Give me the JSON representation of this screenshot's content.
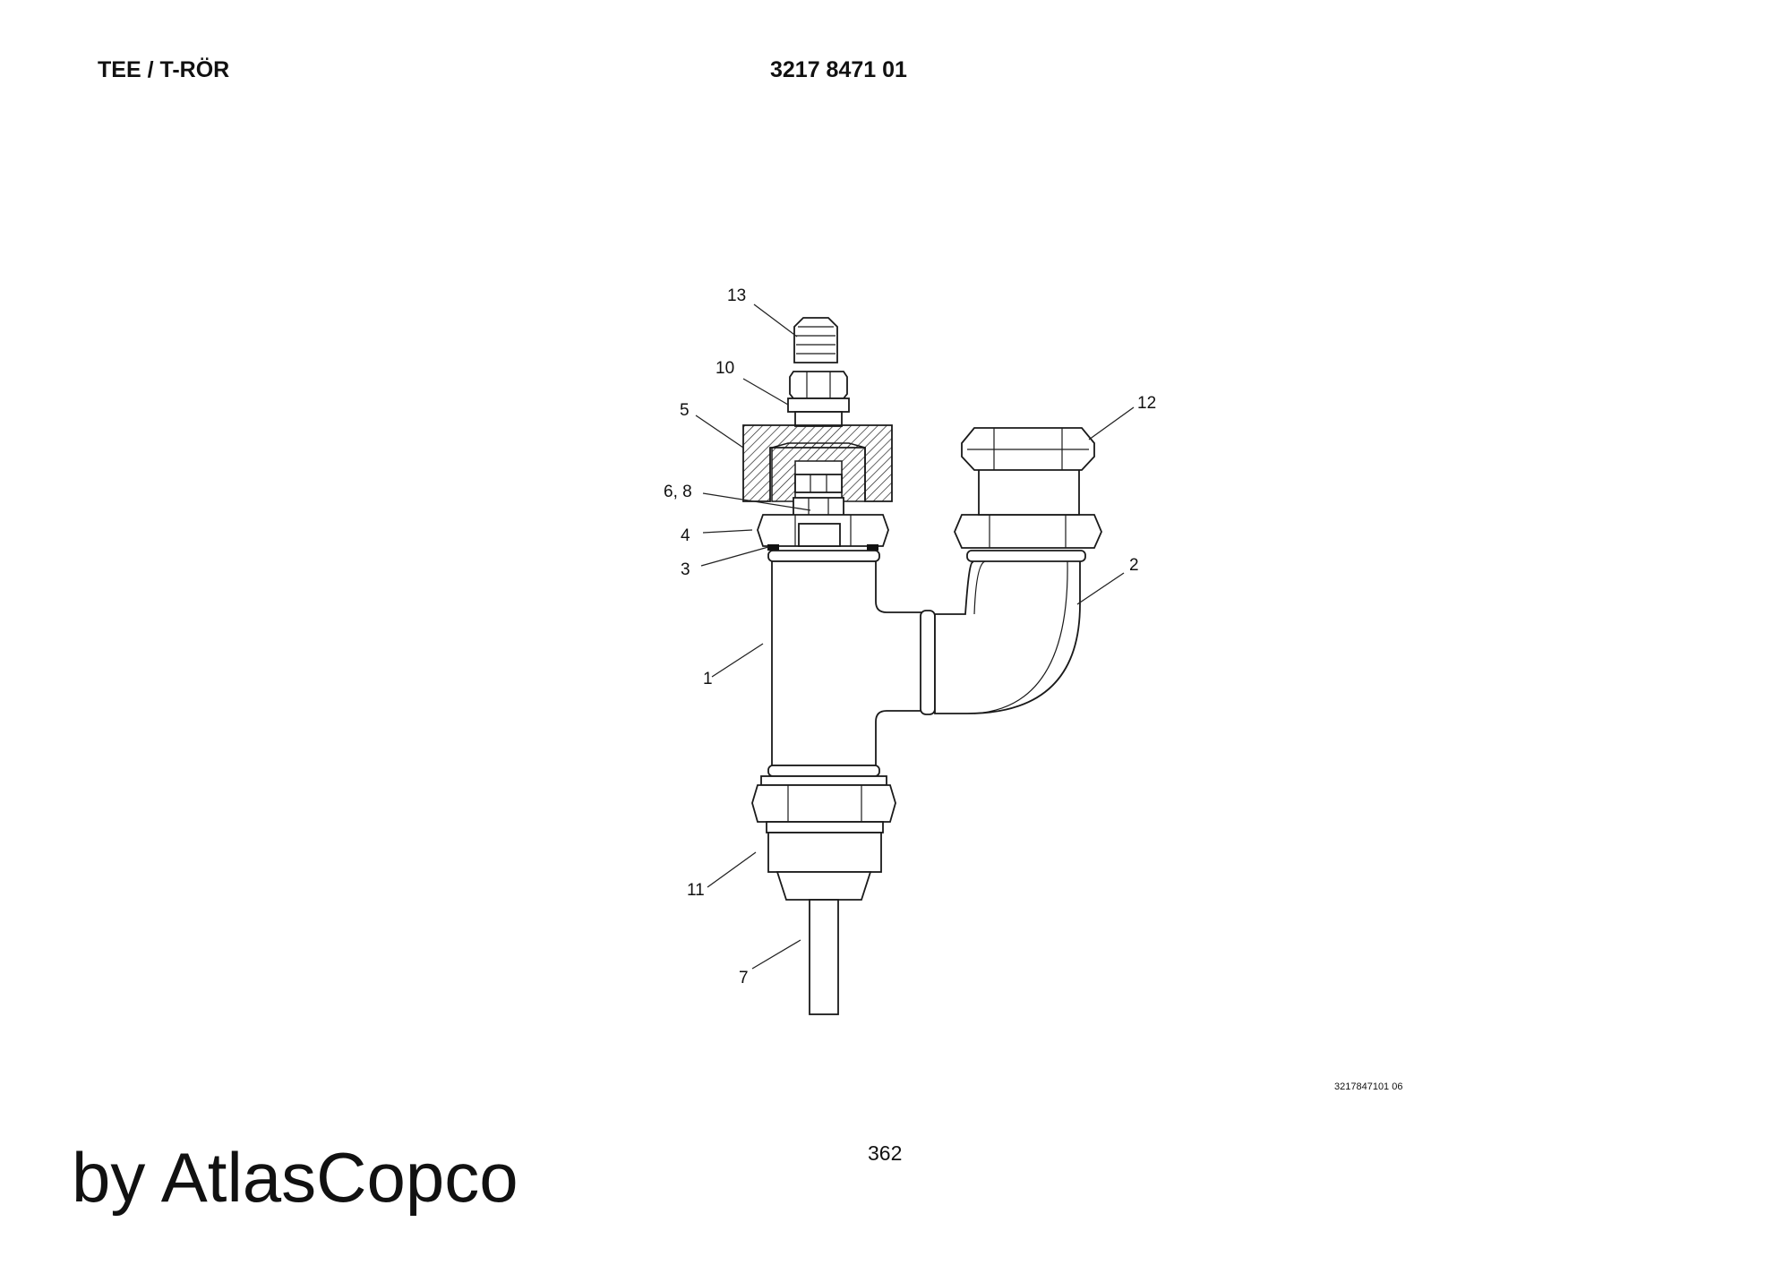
{
  "header": {
    "title": "TEE / T-RÖR",
    "part_number": "3217 8471 01"
  },
  "callouts": {
    "c1": "1",
    "c2": "2",
    "c3": "3",
    "c4": "4",
    "c5": "5",
    "c6_8": "6, 8",
    "c7": "7",
    "c10": "10",
    "c11": "11",
    "c12": "12",
    "c13": "13"
  },
  "footer": {
    "drawing_ref": "3217847101 06",
    "page_number": "362",
    "brand": "by AtlasCopco"
  }
}
